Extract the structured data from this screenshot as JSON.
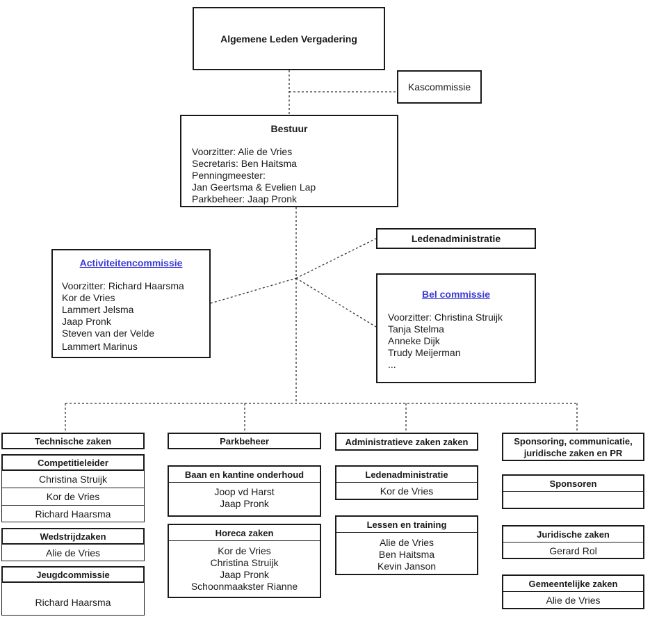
{
  "top": {
    "alv": "Algemene Leden Vergadering",
    "kascommissie": "Kascommissie",
    "ledenadministratie": "Ledenadministratie"
  },
  "bestuur": {
    "title": "Bestuur",
    "lines": [
      "Voorzitter: Alie de Vries",
      "Secretaris: Ben Haitsma",
      "Penningmeester:",
      "Jan Geertsma & Evelien Lap",
      "Parkbeheer: Jaap Pronk"
    ]
  },
  "activiteiten": {
    "title": "Activiteitencommissie",
    "lines": [
      "Voorzitter: Richard Haarsma",
      "Kor de Vries",
      "Lammert Jelsma",
      "Jaap Pronk",
      "Steven van der Velde",
      "Lammert Marinus"
    ]
  },
  "bel": {
    "title": "Bel commissie",
    "lines": [
      "Voorzitter: Christina Struijk",
      "Tanja Stelma",
      "Anneke Dijk",
      "Trudy Meijerman",
      "..."
    ]
  },
  "technisch": {
    "title": "Technische zaken",
    "competitie_title": "Competitieleider",
    "competitie": [
      "Christina Struijk",
      "Kor de Vries",
      "Richard Haarsma"
    ],
    "wedstrijd_title": "Wedstrijdzaken",
    "wedstrijd": "Alie de Vries",
    "jeugd_title": "Jeugdcommissie",
    "jeugd": "Richard Haarsma"
  },
  "parkbeheer": {
    "title": "Parkbeheer",
    "baan_title": "Baan en kantine onderhoud",
    "baan": [
      "Joop vd Harst",
      "Jaap Pronk"
    ],
    "horeca_title": "Horeca zaken",
    "horeca": [
      "Kor de Vries",
      "Christina Struijk",
      "Jaap Pronk",
      "Schoonmaakster Rianne"
    ]
  },
  "administratief": {
    "title": "Administratieve zaken zaken",
    "leden_title": "Ledenadministratie",
    "leden": "Kor de Vries",
    "lessen_title": "Lessen en training",
    "lessen": [
      "Alie de Vries",
      "Ben Haitsma",
      "Kevin Janson"
    ]
  },
  "sponsoring": {
    "title": "Sponsoring, communicatie, juridische zaken en PR",
    "sponsoren_title": "Sponsoren",
    "sponsoren": "",
    "juridisch_title": "Juridische zaken",
    "juridisch": "Gerard Rol",
    "gemeente_title": "Gemeentelijke zaken",
    "gemeente": "Alie de Vries"
  }
}
